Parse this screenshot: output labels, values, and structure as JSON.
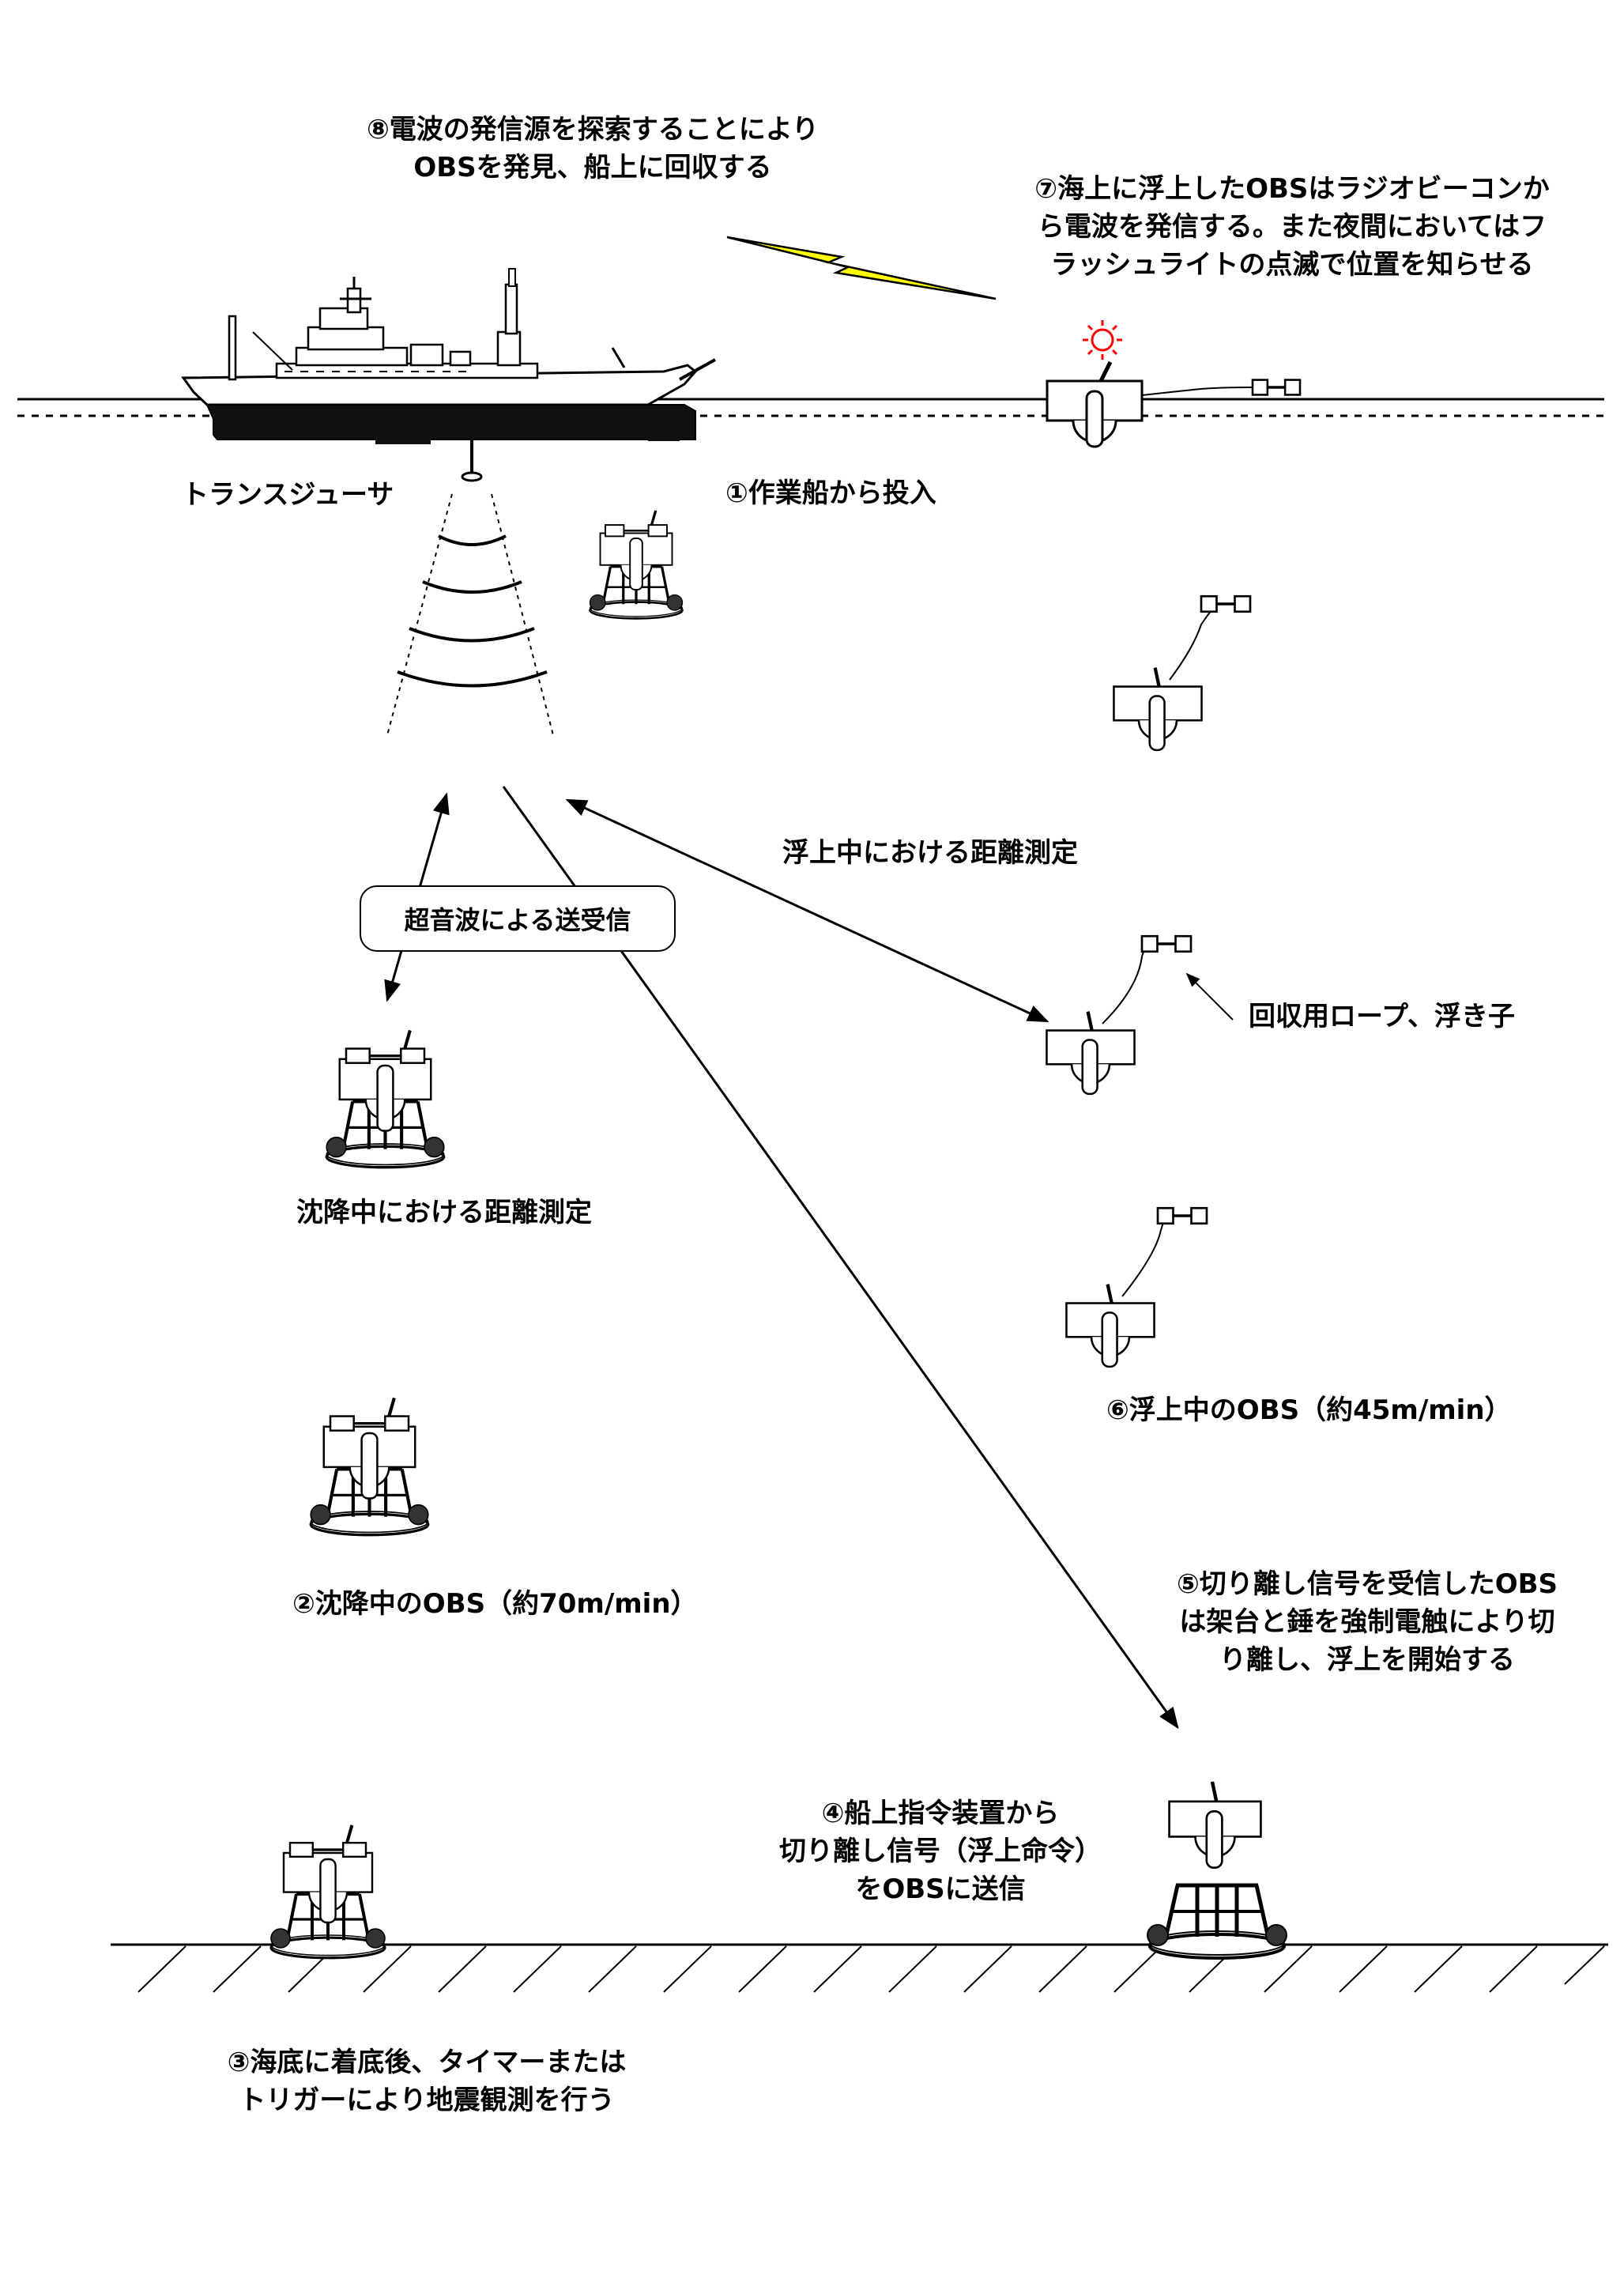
{
  "labels": {
    "step8": [
      "⑧電波の発信源を探索することにより",
      "OBSを発見、船上に回収する"
    ],
    "step7": [
      "⑦海上に浮上したOBSはラジオビーコンか",
      "ら電波を発信する。また夜間においてはフ",
      "ラッシュライトの点滅で位置を知らせる"
    ],
    "transducer": "トランスジューサ",
    "step1": "①作業船から投入",
    "ranging_ascent": "浮上中における距離測定",
    "ultrasonic": "超音波による送受信",
    "rope_float": "回収用ロープ、浮き子",
    "ranging_descent": "沈降中における距離測定",
    "step6": "⑥浮上中のOBS（約45m/min）",
    "step2": "②沈降中のOBS（約70m/min）",
    "step5": [
      "⑤切り離し信号を受信したOBS",
      "は架台と錘を強制電触により切",
      "り離し、浮上を開始する"
    ],
    "step4": [
      "④船上指令装置から",
      "切り離し信号（浮上命令）",
      "をOBSに送信"
    ],
    "step3": [
      "③海底に着底後、タイマーまたは",
      "トリガーにより地震観測を行う"
    ]
  },
  "colors": {
    "lightning": "#ffff00",
    "flash": "#ff0000",
    "line": "#000000"
  }
}
